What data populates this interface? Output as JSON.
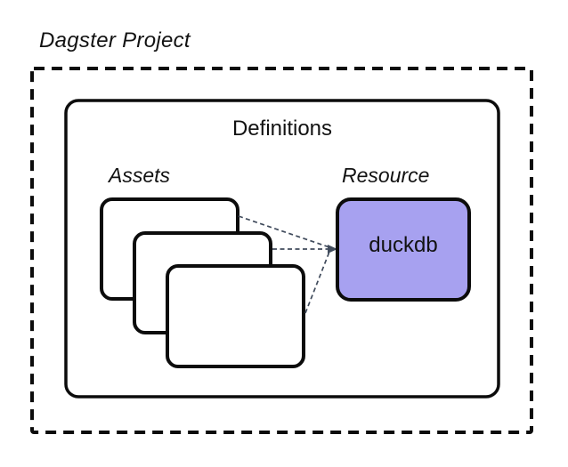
{
  "diagram": {
    "title": "Dagster Project",
    "definitions": {
      "label": "Definitions"
    },
    "assets": {
      "label": "Assets",
      "card_count": 3
    },
    "resource": {
      "label": "Resource",
      "box_label": "duckdb"
    },
    "colors": {
      "resource_fill": "#a7a1f0",
      "outline": "#0c0c0c",
      "connector": "#404b5c",
      "background": "#ffffff"
    }
  }
}
